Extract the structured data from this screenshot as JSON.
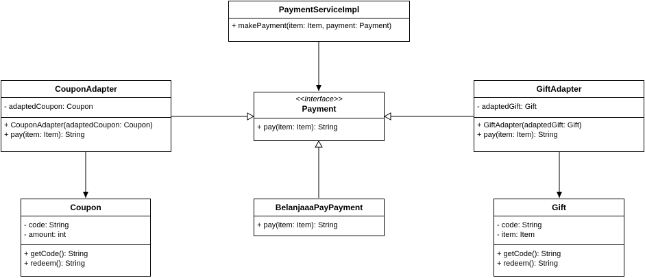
{
  "classes": {
    "paymentServiceImpl": {
      "name": "PaymentServiceImpl",
      "methods": [
        "+ makePayment(item: Item, payment: Payment)"
      ]
    },
    "payment": {
      "stereotype": "<<Interface>>",
      "name": "Payment",
      "methods": [
        "+ pay(item: Item): String"
      ]
    },
    "couponAdapter": {
      "name": "CouponAdapter",
      "attributes": [
        "- adaptedCoupon: Coupon"
      ],
      "methods": [
        "+ CouponAdapter(adaptedCoupon: Coupon)",
        "+ pay(item: Item): String"
      ]
    },
    "giftAdapter": {
      "name": "GiftAdapter",
      "attributes": [
        "- adaptedGift: Gift"
      ],
      "methods": [
        "+ GiftAdapter(adaptedGift: Gift)",
        "+ pay(item: Item): String"
      ]
    },
    "coupon": {
      "name": "Coupon",
      "attributes": [
        "- code: String",
        "- amount: int"
      ],
      "methods": [
        "+ getCode(): String",
        "+ redeem(): String"
      ]
    },
    "belanjaaaPayPayment": {
      "name": "BelanjaaaPayPayment",
      "methods": [
        "+ pay(item: Item): String"
      ]
    },
    "gift": {
      "name": "Gift",
      "attributes": [
        "- code: String",
        "- item: Item"
      ],
      "methods": [
        "+ getCode(): String",
        "+ redeem(): String"
      ]
    }
  },
  "relations": [
    {
      "from": "PaymentServiceImpl",
      "to": "Payment",
      "type": "association"
    },
    {
      "from": "CouponAdapter",
      "to": "Payment",
      "type": "realization"
    },
    {
      "from": "GiftAdapter",
      "to": "Payment",
      "type": "realization"
    },
    {
      "from": "BelanjaaaPayPayment",
      "to": "Payment",
      "type": "realization"
    },
    {
      "from": "CouponAdapter",
      "to": "Coupon",
      "type": "association"
    },
    {
      "from": "GiftAdapter",
      "to": "Gift",
      "type": "association"
    }
  ]
}
